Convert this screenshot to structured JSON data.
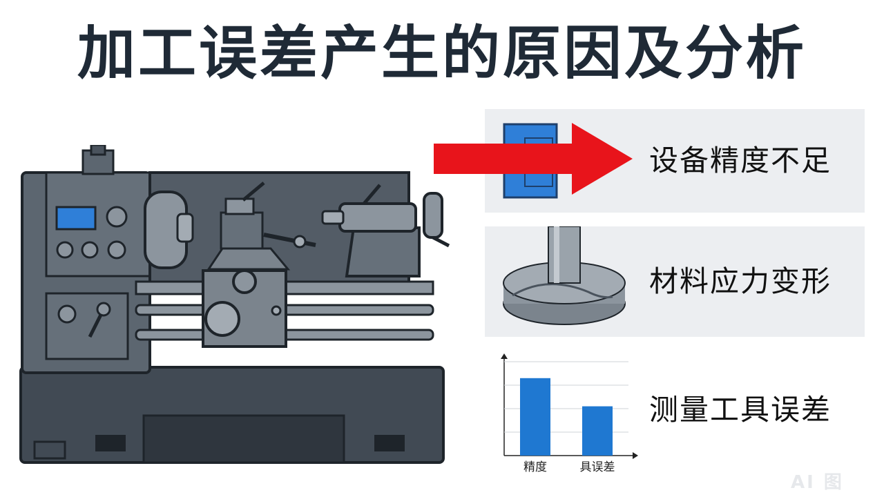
{
  "title": "加工误差产生的原因及分析",
  "causes": [
    {
      "label": "设备精度不足",
      "icon": "red-arrow-over-blue-gauge-icon"
    },
    {
      "label": "材料应力变形",
      "icon": "deformed-workpiece-icon"
    },
    {
      "label": "测量工具误差",
      "icon": "bar-chart-icon"
    }
  ],
  "chart_data": {
    "type": "bar",
    "categories": [
      "精度",
      "具误差"
    ],
    "values": [
      3.3,
      2.1
    ],
    "ylim": [
      0,
      4
    ],
    "grid": true,
    "bar_color": "#1f78d1"
  },
  "colors": {
    "title": "#1f2a36",
    "arrow": "#e8141b",
    "machine": "#4a535d",
    "panel_screen": "#2f7fd8",
    "card_bg": "#eceef1"
  },
  "illustration": "lathe-machine-illustration"
}
